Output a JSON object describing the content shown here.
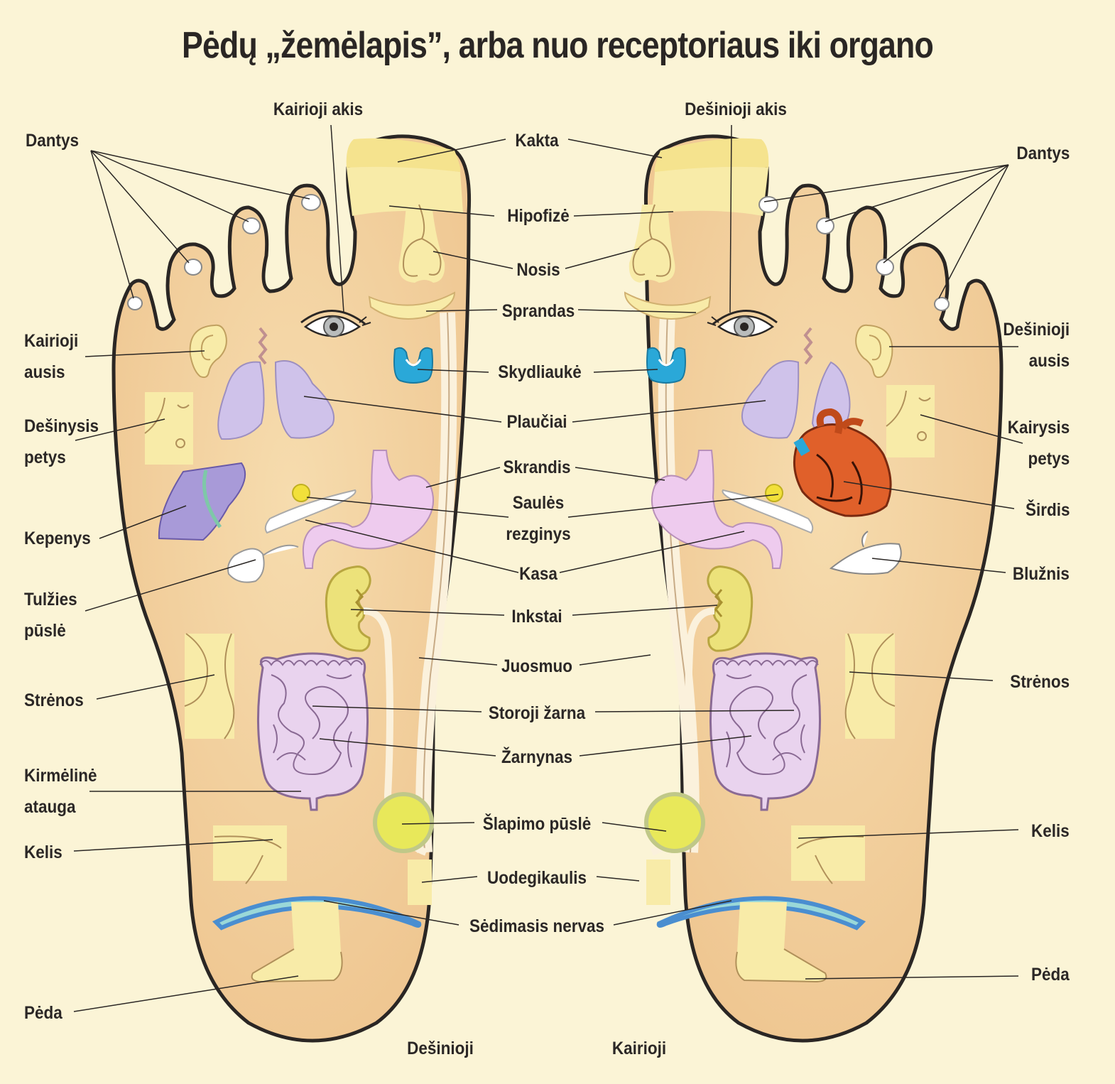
{
  "title": "Pėdų „žemėlapis”, arba nuo receptoriaus iki organo",
  "feet": {
    "left_caption": "Dešinioji",
    "right_caption": "Kairioji"
  },
  "labels": {
    "kairioji_akis": "Kairioji akis",
    "desinioji_akis": "Dešinioji akis",
    "dantys": "Dantys",
    "kakta": "Kakta",
    "hipofize": "Hipofizė",
    "nosis": "Nosis",
    "sprandas": "Sprandas",
    "skydliauke": "Skydliaukė",
    "plauciai": "Plaučiai",
    "skrandis": "Skrandis",
    "saules": "Saulės",
    "rezginys": "rezginys",
    "kasa": "Kasa",
    "inkstai": "Inkstai",
    "juosmuo": "Juosmuo",
    "storoji_zarna": "Storoji žarna",
    "zarnynas": "Žarnynas",
    "slapimo_pusle": "Šlapimo pūslė",
    "uodegikaulis": "Uodegikaulis",
    "sedimasis_nervas": "Sėdimasis nervas",
    "kairioji": "Kairioji",
    "desinioji": "Dešinioji",
    "ausis": "ausis",
    "desinysis": "Dešinysis",
    "kairysis": "Kairysis",
    "petys": "petys",
    "kepenys": "Kepenys",
    "tulzies": "Tulžies",
    "pusle": "pūslė",
    "strenos": "Strėnos",
    "kirmeline": "Kirmėlinė",
    "atauga": "atauga",
    "kelis": "Kelis",
    "peda": "Pėda",
    "sirdis": "Širdis",
    "bluznis": "Blužnis"
  },
  "colors": {
    "background": "#fbf4d6",
    "foot_skin": "#f3d2a0",
    "outline": "#2a2624",
    "lungs": "#cfc2ea",
    "liver": "#a89ad8",
    "stomach": "#eecbee",
    "thyroid": "#2aa8d8",
    "kidney": "#ece27a",
    "bladder": "#e8e85a",
    "heart": "#e0602a",
    "nerve": "#4a8ed0",
    "intestine": "#e9d3ee",
    "pale_yellow": "#f8eba8"
  }
}
